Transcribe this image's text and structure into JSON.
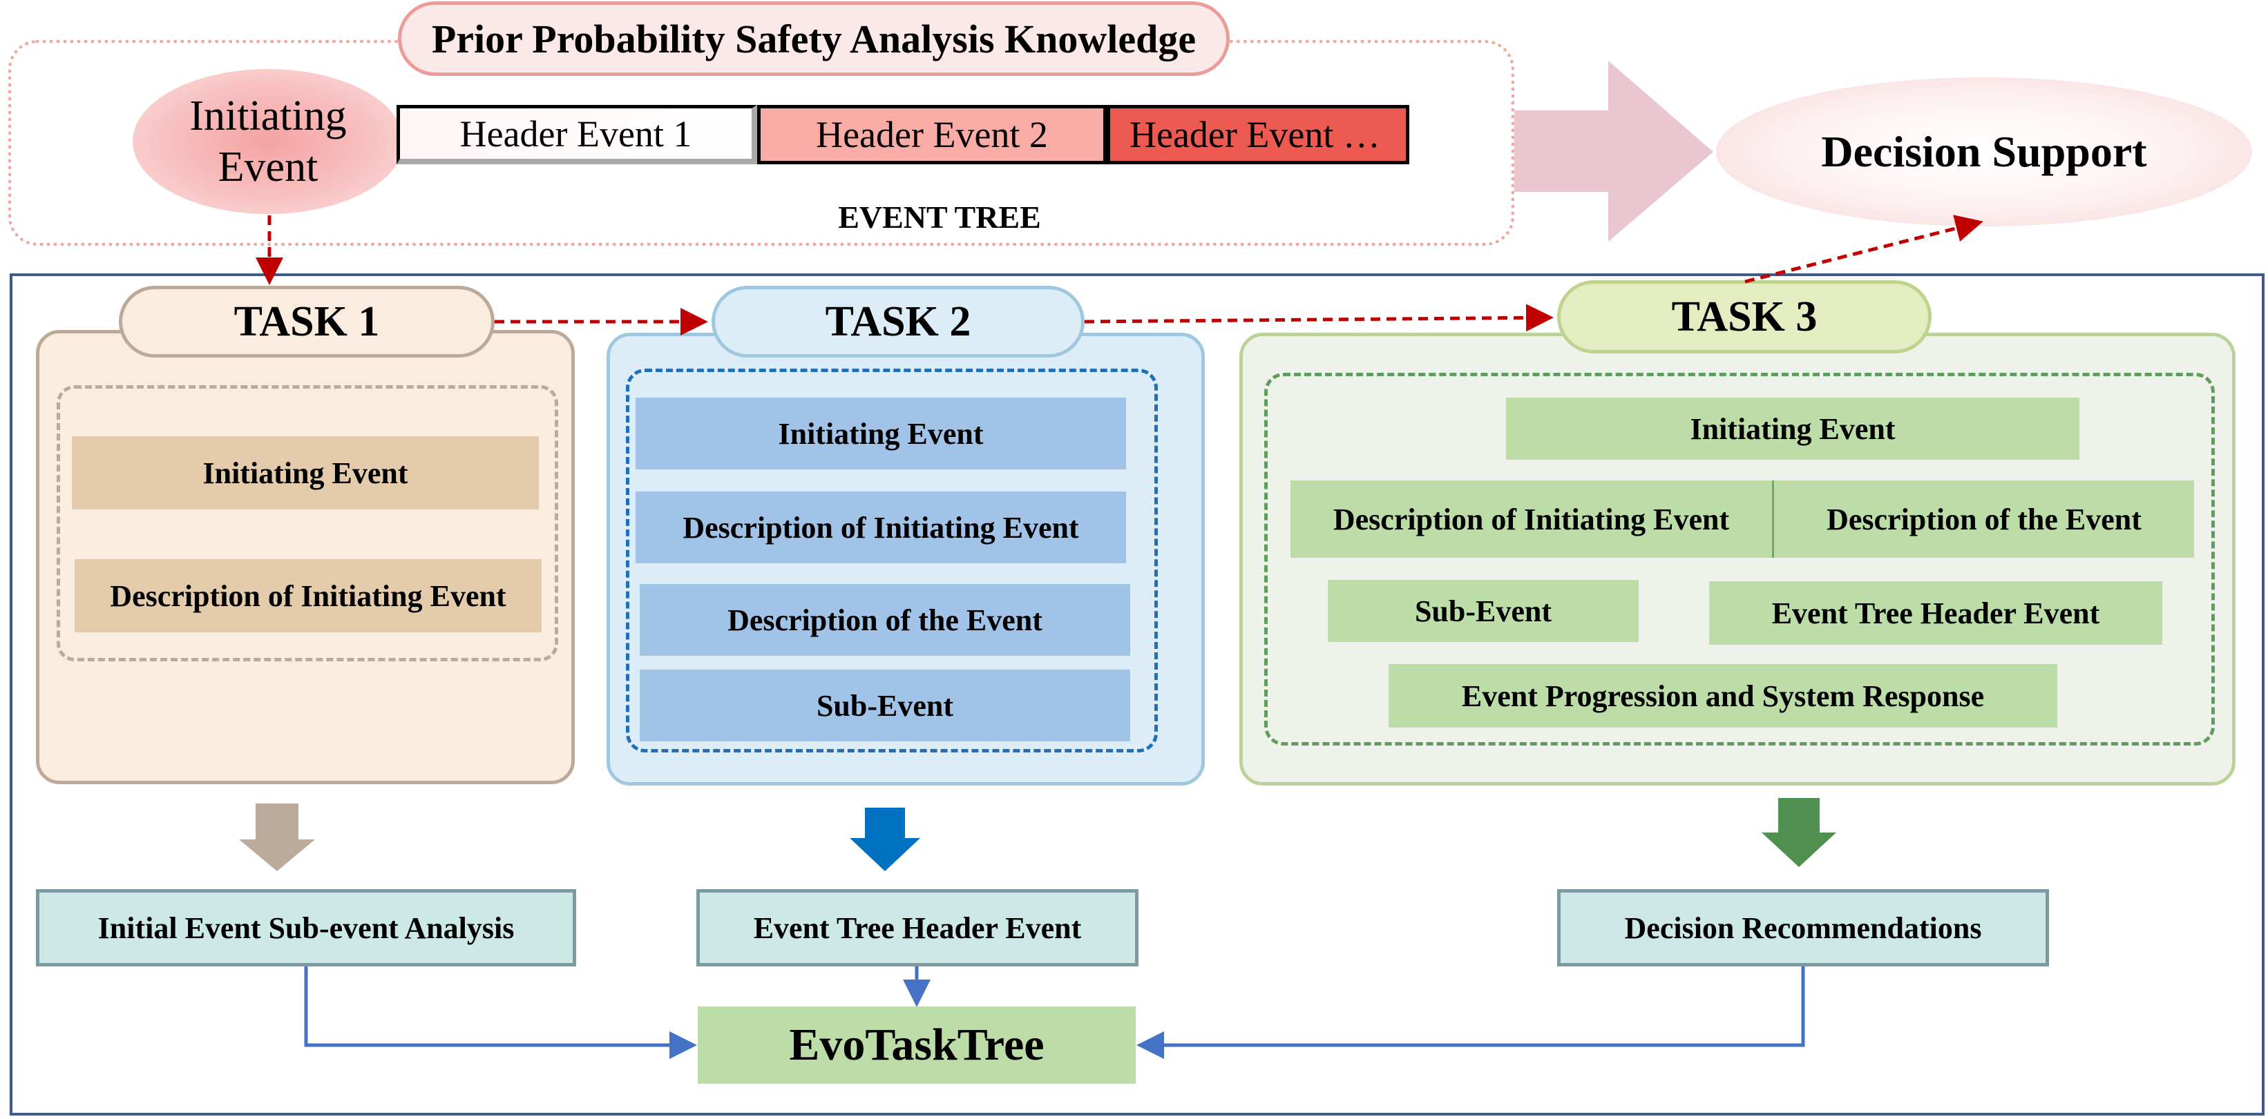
{
  "prior": {
    "title": "Prior Probability Safety Analysis Knowledge",
    "initiating_line1": "Initiating",
    "initiating_line2": "Event",
    "header_events": [
      "Header Event 1",
      "Header Event 2",
      "Header Event …"
    ],
    "event_tree_label": "EVENT TREE"
  },
  "decision_support": "Decision Support",
  "task1": {
    "title": "TASK 1",
    "items": [
      "Initiating Event",
      "Description of Initiating Event"
    ],
    "output": "Initial Event Sub-event Analysis"
  },
  "task2": {
    "title": "TASK 2",
    "items": [
      "Initiating Event",
      "Description of Initiating Event",
      "Description of the Event",
      "Sub-Event"
    ],
    "output": "Event Tree Header Event"
  },
  "task3": {
    "title": "TASK 3",
    "items": [
      "Initiating Event",
      "Description of Initiating Event",
      "Description of the Event",
      "Sub-Event",
      "Event Tree Header Event",
      "Event Progression and System Response"
    ],
    "output": "Decision Recommendations"
  },
  "final": "EvoTaskTree",
  "colors": {
    "flow_arrow": "#c00000",
    "connector": "#4472c4",
    "task1_arrow": "#bcaa9a",
    "task2_arrow": "#0070c0",
    "task3_arrow": "#4f8f4f",
    "big_arrow": "#eac6d1"
  }
}
